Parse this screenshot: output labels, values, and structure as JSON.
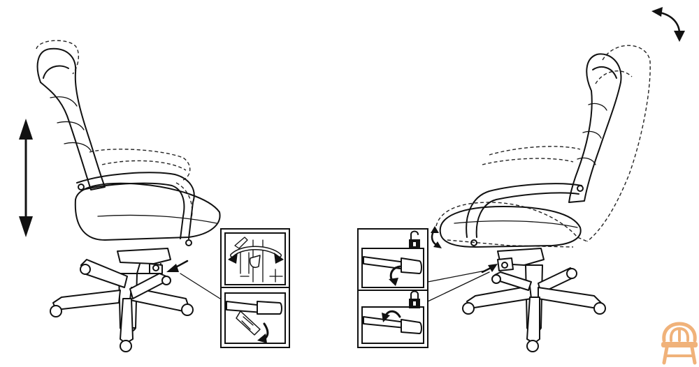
{
  "figure": {
    "left_chair": {
      "adjustment": "seat-height",
      "insets": [
        "lever-rotation-detail",
        "lever-lift-detail"
      ]
    },
    "right_chair": {
      "adjustment": "backrest-tilt",
      "insets": [
        "tilt-unlock-lever-up",
        "tilt-lock-lever-down"
      ]
    },
    "colors": {
      "line": "#111111",
      "background": "#ffffff",
      "watermark": "#f0b27a"
    },
    "watermark": {
      "icon": "chair-logo-icon"
    }
  }
}
